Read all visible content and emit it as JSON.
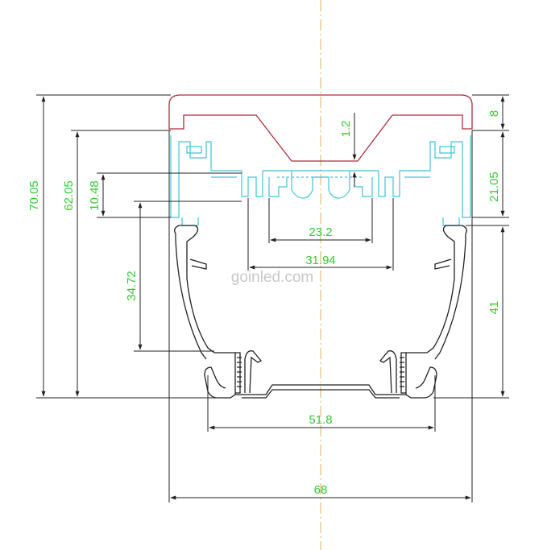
{
  "watermark": "goinled.com",
  "colors": {
    "profile": "#222222",
    "cover": "#b02a3a",
    "insert": "#3fc3d6",
    "dimension_line": "#222222",
    "dimension_text": "#33cc33",
    "centerline": "#d8b25a",
    "watermark": "#c8c8c8"
  },
  "dimensions": {
    "overall_height": "70.05",
    "profile_height": "62.05",
    "insert_depth": "10.48",
    "inner_height": "34.72",
    "cover_height": "8",
    "insert_height": "21.05",
    "body_height": "41",
    "cover_gap": "1.2",
    "inner_span_small": "23.2",
    "inner_span_large": "31.94",
    "base_width": "51.8",
    "overall_width": "68"
  }
}
